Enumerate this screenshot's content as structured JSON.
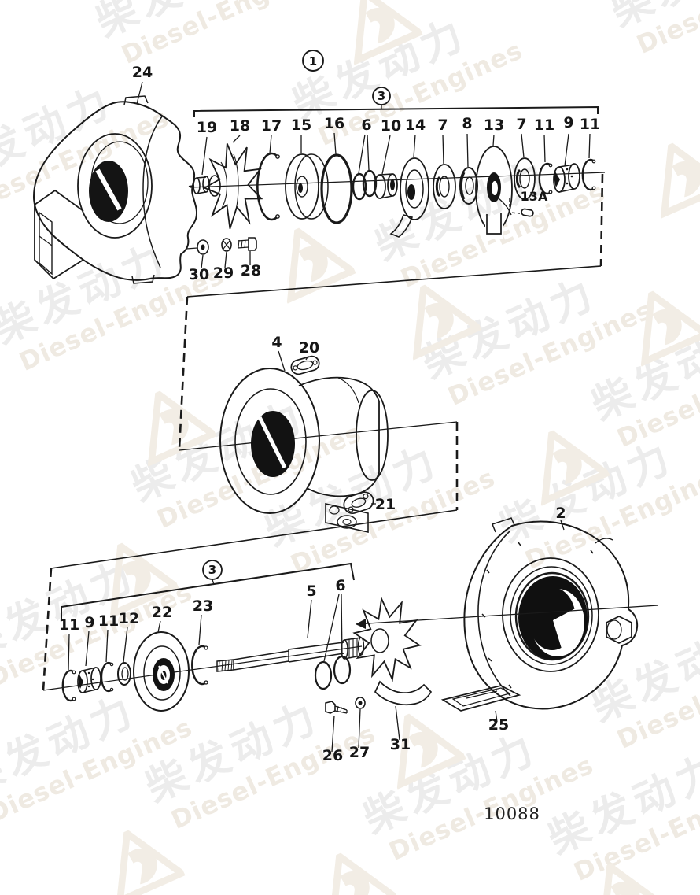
{
  "watermark": {
    "cn": "柴发动力",
    "en": "Diesel-Engines"
  },
  "figure_number": "10088",
  "callouts": {
    "assembly": "1",
    "group_top": "3",
    "group_bottom": "3"
  },
  "parts": {
    "top_labels": [
      "19",
      "18",
      "17",
      "15",
      "16",
      "6",
      "10",
      "14",
      "7",
      "8",
      "13",
      "7",
      "11",
      "9",
      "11"
    ],
    "pin_label": "13A",
    "compressor_housing": "24",
    "washer_top": "30",
    "lock_washer_top": "29",
    "bolt_top": "28",
    "bearing_housing": "4",
    "gasket_upper": "20",
    "gasket_lower": "21",
    "bottom_labels": [
      "11",
      "9",
      "11",
      "12",
      "22",
      "23",
      "5",
      "6"
    ],
    "turbine_housing": "2",
    "gasket_turbine": "25",
    "bolt_bottom": "26",
    "washer_bottom": "27",
    "heat_shield": "31"
  }
}
